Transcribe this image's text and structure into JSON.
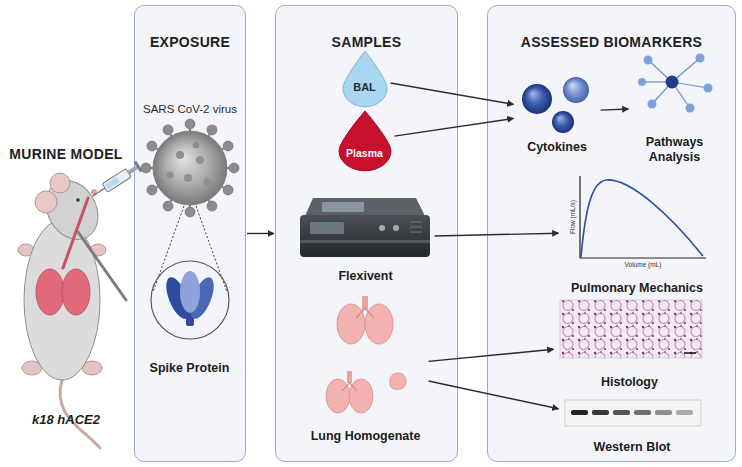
{
  "diagram": {
    "nodes": [
      {
        "text": [
          "EXPOSURE",
          "SARS CoV-2 virus"
        ]
      },
      {
        "text": [
          "Spike Protein"
        ],
        "in": 0
      },
      {
        "text": [
          "SAMPLES"
        ]
      },
      {
        "text": [
          "BAL"
        ],
        "in": 2
      },
      {
        "text": [
          "Plasma"
        ],
        "in": 2
      },
      {
        "text": [
          "Flexivent"
        ],
        "in": 2
      },
      {
        "text": [
          "Lung Homogenate"
        ],
        "in": 2
      },
      {
        "text": [
          "ASSESSED BIOMARKERS"
        ]
      },
      {
        "text": [
          "Cytokines"
        ],
        "in": 7
      },
      {
        "text": [
          "Pathways Analysis"
        ],
        "in": 7
      },
      {
        "text": [
          "Pulmonary Mechanics"
        ],
        "in": 7
      },
      {
        "text": [
          "Histology"
        ],
        "in": 7
      },
      {
        "text": [
          "Western Blot"
        ],
        "in": 7
      }
    ],
    "edges": [
      {
        "from": 0,
        "to": 2,
        "arrow": "to"
      },
      {
        "from": 3,
        "to": 8,
        "arrow": "to"
      },
      {
        "from": 4,
        "to": 8,
        "arrow": "to"
      },
      {
        "from": 5,
        "to": 10,
        "arrow": "to"
      },
      {
        "from": 6,
        "to": 11,
        "arrow": "to"
      },
      {
        "from": 6,
        "to": 12,
        "arrow": "to"
      },
      {
        "from": 8,
        "to": 9,
        "arrow": "to"
      }
    ],
    "labels": [
      "MURINE MODEL",
      "k18 hACE2",
      "Flow (mL/s)",
      "Volume (mL)"
    ]
  }
}
